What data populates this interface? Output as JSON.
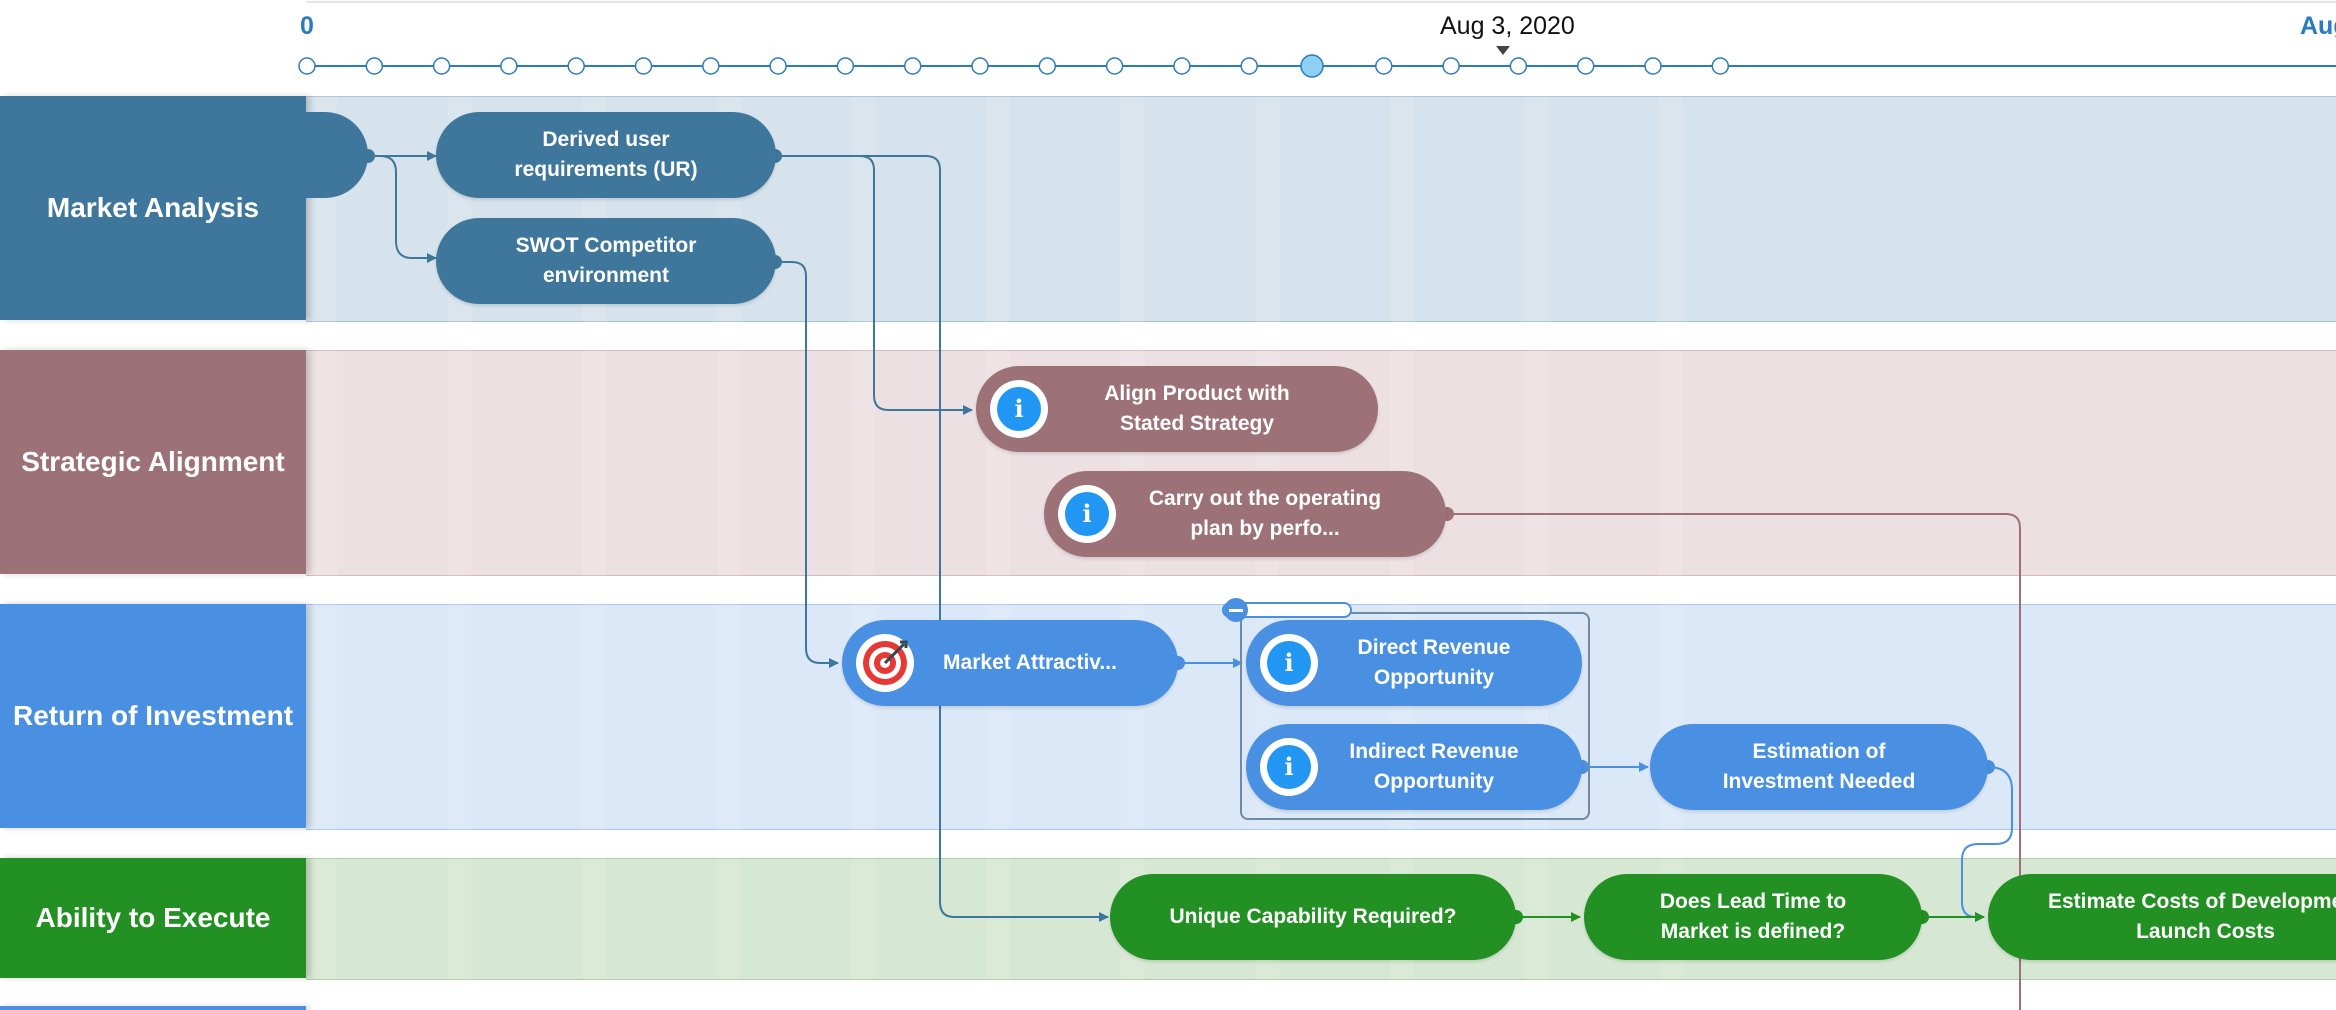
{
  "timeline": {
    "left_edge_fragment": "0",
    "center_date": "Aug 3, 2020",
    "right_edge_fragment": "Aug",
    "accent_color": "#2b7bbf"
  },
  "lanes": [
    {
      "id": "market",
      "label": "Market Analysis",
      "header_color": "#3f779c",
      "band_color": "#d6e3ec"
    },
    {
      "id": "strategic",
      "label": "Strategic Alignment",
      "header_color": "#9c7177",
      "band_color": "#ece0e2"
    },
    {
      "id": "roi",
      "label": "Return of Investment",
      "header_color": "#4a90e2",
      "band_color": "#dbe8f8"
    },
    {
      "id": "execute",
      "label": "Ability to Execute",
      "header_color": "#229022",
      "band_color": "#d6e8d3"
    }
  ],
  "nodes": {
    "market_root": {
      "label": "",
      "color": "#3f779c"
    },
    "derived_ur": {
      "label": "Derived user\nrequirements (UR)",
      "color": "#3f779c"
    },
    "swot": {
      "label": "SWOT Competitor\nenvironment",
      "color": "#3f779c"
    },
    "align_product": {
      "label": "Align Product with\nStated Strategy",
      "color": "#9c7177",
      "icon": "info-icon"
    },
    "operating_plan": {
      "label": "Carry out the operating\nplan by perfo...",
      "color": "#9c7177",
      "icon": "info-icon"
    },
    "market_attractiveness": {
      "label": "Market Attractiv...",
      "color": "#4a90e2",
      "icon": "target-icon"
    },
    "direct_revenue": {
      "label": "Direct Revenue\nOpportunity",
      "color": "#4a90e2",
      "icon": "info-icon"
    },
    "indirect_revenue": {
      "label": "Indirect Revenue\nOpportunity",
      "color": "#4a90e2",
      "icon": "info-icon"
    },
    "estimation_investment": {
      "label": "Estimation of\nInvestment Needed",
      "color": "#4a90e2"
    },
    "unique_capability": {
      "label": "Unique Capability Required?",
      "color": "#229022"
    },
    "lead_time": {
      "label": "Does Lead Time to\nMarket is defined?",
      "color": "#229022"
    },
    "estimate_costs": {
      "label": "Estimate Costs of Development\nLaunch Costs",
      "color": "#229022"
    }
  },
  "group": {
    "icon": "collapse-icon"
  }
}
